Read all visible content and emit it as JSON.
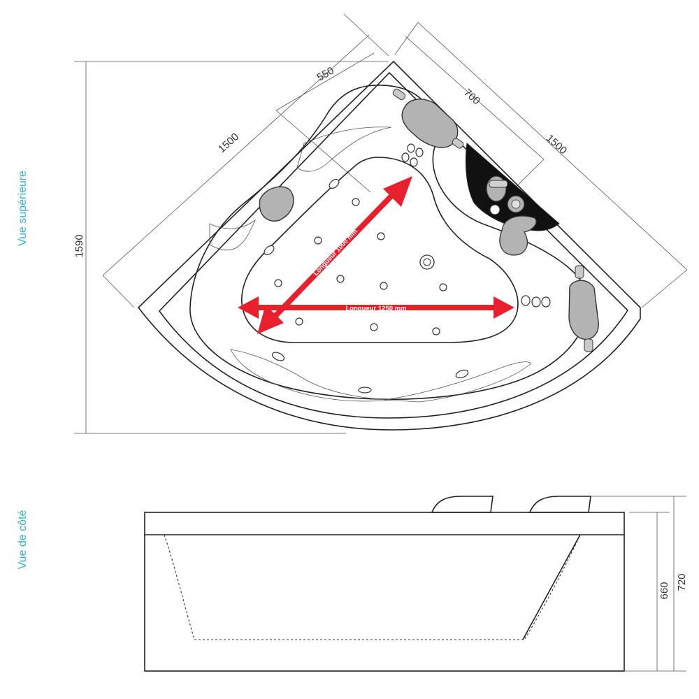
{
  "labels": {
    "top_view": "Vue supérieure",
    "side_view": "Vue de côté"
  },
  "dimensions": {
    "left_side_length": "1500",
    "left_inner": "550",
    "right_inner": "700",
    "right_side_length": "1500",
    "overall_depth": "1590",
    "height_inner": "660",
    "height_total": "720"
  },
  "arrows": {
    "diagonal": "Longueur 1000 mm",
    "horizontal": "Longueur 1250 mm"
  },
  "colors": {
    "label_cyan": "#2fb4d6",
    "arrow_red": "#e8202e",
    "panel_black": "#111111",
    "pillow_gray": "#b3b3b3"
  }
}
